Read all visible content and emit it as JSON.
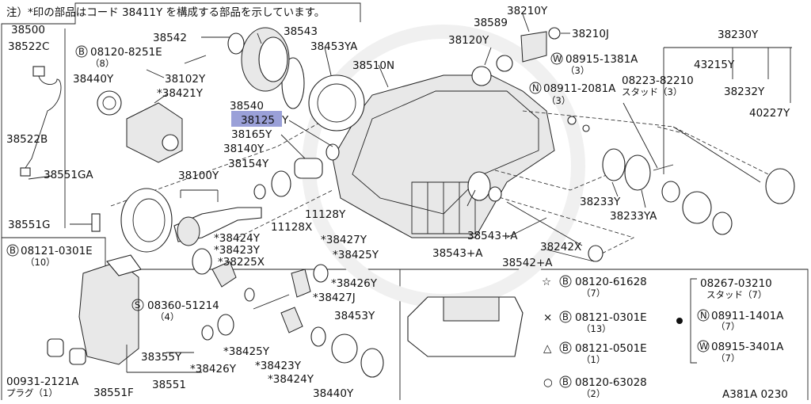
{
  "note": "注）*印の部品はコード 38411Y を構成する部品を示しています。",
  "figure_code": "A381A 0230",
  "parts": {
    "p38500": "38500",
    "p38522C": "38522C",
    "p08120_8251E": "08120-8251E",
    "p08120_8251E_qty": "（8）",
    "p38440Y_a": "38440Y",
    "p38102Y": "38102Y",
    "p38421Y": "*38421Y",
    "p38542": "38542",
    "p38543": "38543",
    "p38453YA": "38453YA",
    "p38510N": "38510N",
    "p38540": "38540",
    "p38125Y_hl": "38125",
    "p38125Y_suffix": "Y",
    "p38165Y": "38165Y",
    "p38140Y": "38140Y",
    "p38154Y": "38154Y",
    "p38522B": "38522B",
    "p38551GA": "38551GA",
    "p38100Y": "38100Y",
    "p38551G": "38551G",
    "p11128X": "11128X",
    "p11128Y": "11128Y",
    "p38210Y": "38210Y",
    "p38589": "38589",
    "p38120Y": "38120Y",
    "p38210J": "38210J",
    "p08915_1381A": "08915-1381A",
    "p08915_1381A_qty": "（3）",
    "p08911_2081A": "08911-2081A",
    "p08911_2081A_qty": "（3）",
    "p38230Y": "38230Y",
    "p43215Y": "43215Y",
    "p08223_82210": "08223-82210",
    "p08223_82210_sub": "スタッド（3）",
    "p38232Y": "38232Y",
    "p40227Y": "40227Y",
    "p38233Y": "38233Y",
    "p38233YA": "38233YA",
    "p38543_plus": "38543+A",
    "p38543_plus2": "38543+A",
    "p38242X": "38242X",
    "p38542_plus": "38542+A",
    "p08121_0301E": "08121-0301E",
    "p08121_0301E_qty": "（10）",
    "p38424Y_a": "*38424Y",
    "p38423Y_a": "*38423Y",
    "p38225X": "*38225X",
    "p38427Y": "*38427Y",
    "p38425Y_a": "*38425Y",
    "p38426Y_a": "*38426Y",
    "p38427J": "*38427J",
    "p08360_51214": "08360-51214",
    "p08360_51214_qty": "（4）",
    "p38453Y": "38453Y",
    "p38355Y": "38355Y",
    "p38425Y_b": "*38425Y",
    "p38426Y_b": "*38426Y",
    "p38423Y_b": "*38423Y",
    "p38424Y_b": "*38424Y",
    "p38440Y_b": "38440Y",
    "p38551": "38551",
    "p38551F": "38551F",
    "p00931_2121A": "00931-2121A",
    "p00931_sub": "プラグ（1）"
  },
  "legend": {
    "star_code": "08120-61628",
    "star_qty": "（7）",
    "cross_code": "08121-0301E",
    "cross_qty": "（13）",
    "tri_code": "08121-0501E",
    "tri_qty": "（1）",
    "circ_code": "08120-63028",
    "circ_qty": "（2）",
    "dot_stud": "08267-03210",
    "dot_stud_sub": "スタッド（7）",
    "dot_n": "08911-1401A",
    "dot_n_qty": "（7）",
    "dot_w": "08915-3401A",
    "dot_w_qty": "（7）"
  },
  "prefixes": {
    "B": "B",
    "N": "N",
    "W": "W",
    "S": "S"
  }
}
